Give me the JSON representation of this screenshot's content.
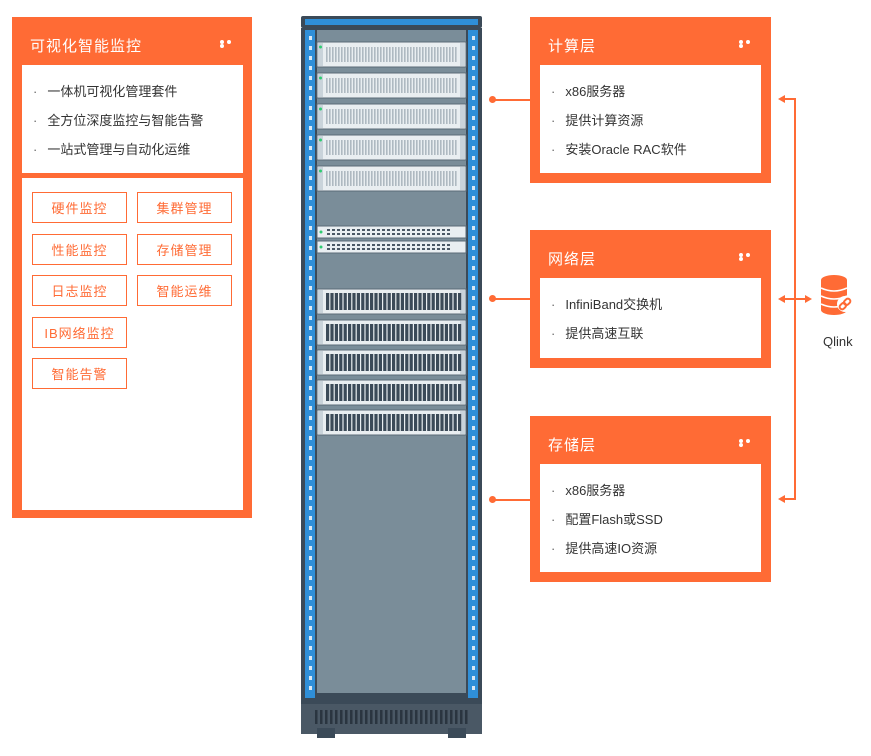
{
  "monitor": {
    "title": "可视化智能监控",
    "features": [
      "一体机可视化管理套件",
      "全方位深度监控与智能告警",
      "一站式管理与自动化运维"
    ],
    "tags": [
      "硬件监控",
      "集群管理",
      "性能监控",
      "存储管理",
      "日志监控",
      "智能运维",
      "IB网络监控",
      "智能告警"
    ]
  },
  "compute": {
    "title": "计算层",
    "items": [
      "x86服务器",
      "提供计算资源",
      "安装Oracle RAC软件"
    ]
  },
  "network": {
    "title": "网络层",
    "items": [
      "InfiniBand交换机",
      "提供高速互联"
    ]
  },
  "storage": {
    "title": "存储层",
    "items": [
      "x86服务器",
      "配置Flash或SSD",
      "提供高速IO资源"
    ]
  },
  "qlink": {
    "label": "Qlink",
    "icon": "database-link-icon"
  },
  "colors": {
    "accent": "#ff6b35",
    "rack_frame": "#3b4a58",
    "rack_body": "#7a8d99",
    "rack_rail": "#2f8fd8"
  }
}
